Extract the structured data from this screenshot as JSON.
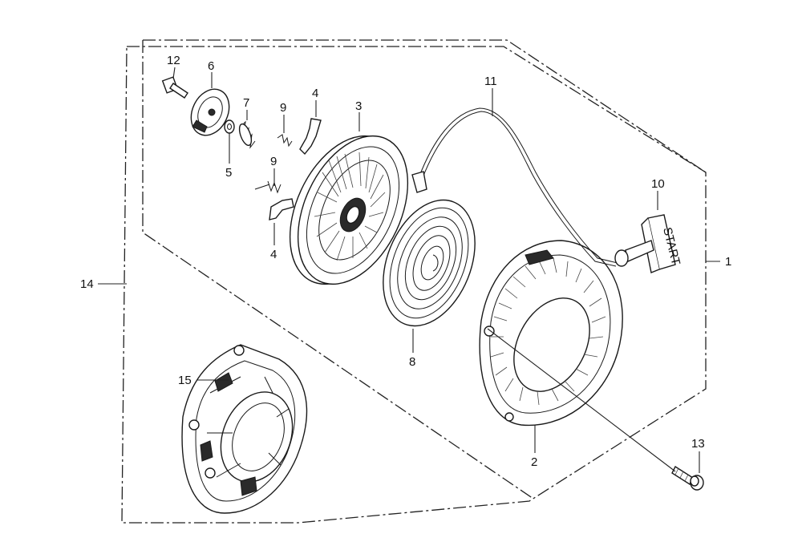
{
  "diagram": {
    "labels": {
      "p1": "1",
      "p2": "2",
      "p3": "3",
      "p4a": "4",
      "p4b": "4",
      "p5": "5",
      "p6": "6",
      "p7": "7",
      "p8": "8",
      "p9a": "9",
      "p9b": "9",
      "p10": "10",
      "p11": "11",
      "p12": "12",
      "p13": "13",
      "p14": "14",
      "p15": "15"
    },
    "handle_text": "START"
  }
}
